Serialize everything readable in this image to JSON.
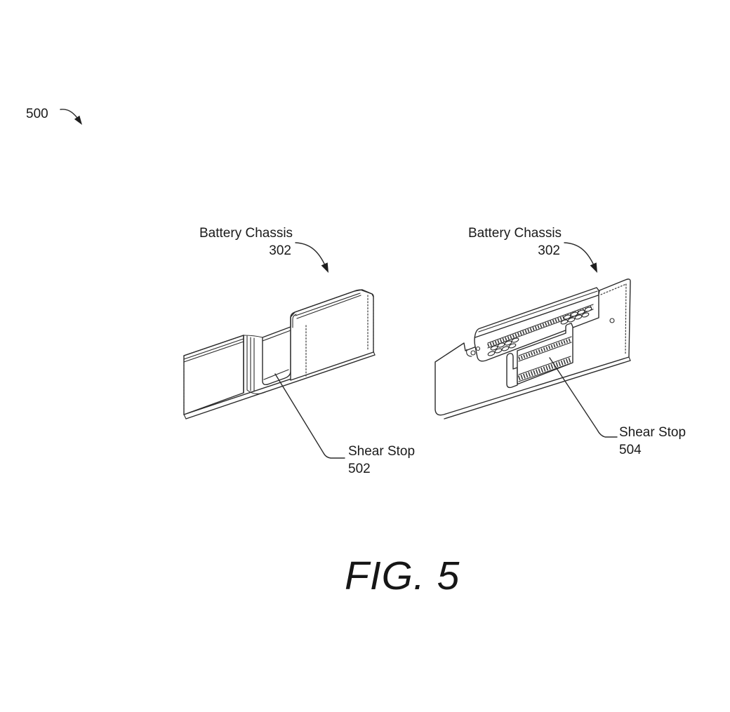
{
  "colors": {
    "background": "#ffffff",
    "line": "#2b2b2b",
    "text": "#1a1a1a"
  },
  "figure": {
    "reference_number": "500",
    "caption": "FIG. 5"
  },
  "left_view": {
    "component_label": "Battery Chassis",
    "component_ref": "302",
    "callout_label": "Shear Stop",
    "callout_ref": "502"
  },
  "right_view": {
    "component_label": "Battery Chassis",
    "component_ref": "302",
    "callout_label": "Shear Stop",
    "callout_ref": "504"
  }
}
